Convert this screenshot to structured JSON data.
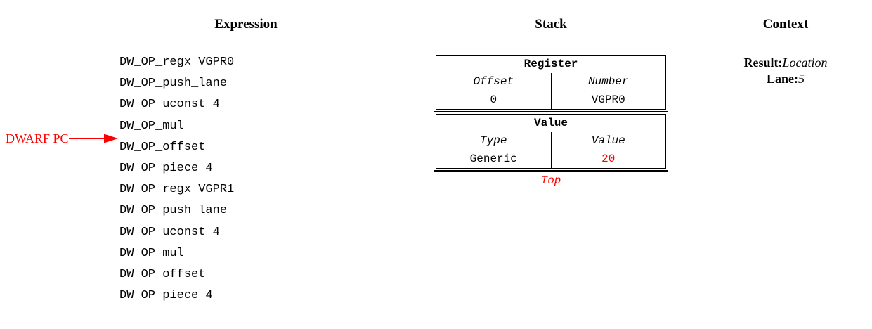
{
  "headings": {
    "expression": "Expression",
    "stack": "Stack",
    "context": "Context"
  },
  "expression": {
    "lines": [
      "DW_OP_regx VGPR0",
      "DW_OP_push_lane",
      "DW_OP_uconst 4",
      "DW_OP_mul",
      "DW_OP_offset",
      "DW_OP_piece 4",
      "DW_OP_regx VGPR1",
      "DW_OP_push_lane",
      "DW_OP_uconst 4",
      "DW_OP_mul",
      "DW_OP_offset",
      "DW_OP_piece 4"
    ],
    "marker": {
      "label": "DWARF PC",
      "color": "#ff0000",
      "points_at_line_index": 4,
      "points_at_line": "DW_OP_offset"
    }
  },
  "stack": {
    "entries": [
      {
        "title": "Register",
        "columns": [
          "Offset",
          "Number"
        ],
        "row": [
          "0",
          "VGPR0"
        ],
        "value_color": "#000000"
      },
      {
        "title": "Value",
        "columns": [
          "Type",
          "Value"
        ],
        "row": [
          "Generic",
          "20"
        ],
        "value_color": "#ff0000"
      }
    ],
    "top_label": "Top",
    "top_label_color": "#ff0000"
  },
  "context": {
    "rows": [
      {
        "label": "Result:",
        "value": "Location"
      },
      {
        "label": "Lane:",
        "value": "5"
      }
    ]
  }
}
